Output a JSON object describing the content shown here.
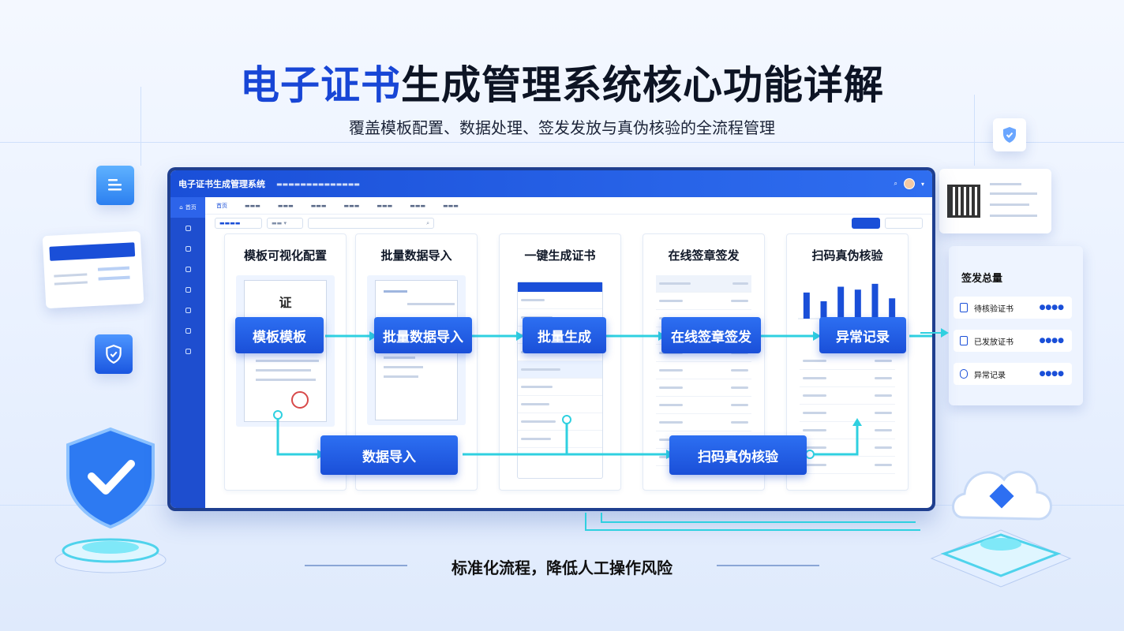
{
  "header": {
    "title_part1": "电子证书",
    "title_part2": "生成管理系统核心功能详解",
    "subtitle": "覆盖模板配置、数据处理、签发发放与真伪核验的全流程管理"
  },
  "app": {
    "logo": "电子证书生成管理系统",
    "nav_active": "首页",
    "tab_active": "首页"
  },
  "panels": [
    {
      "title": "模板可视化配置"
    },
    {
      "title": "批量数据导入"
    },
    {
      "title": "一键生成证书"
    },
    {
      "title": "在线签章签发"
    },
    {
      "title": "扫码真伪核验"
    }
  ],
  "cert": {
    "char": "证"
  },
  "flow": {
    "step1": "模板模板",
    "step2": "批量数据导入",
    "step3": "批量生成",
    "step4": "在线签章签发",
    "step5": "异常记录",
    "sub_left": "数据导入",
    "sub_right": "扫码真伪核验"
  },
  "stats": {
    "title": "签发总量",
    "items": [
      {
        "label": "待核验证书"
      },
      {
        "label": "已发放证书"
      },
      {
        "label": "异常记录"
      }
    ]
  },
  "chart_data": {
    "type": "bar",
    "categories": [
      "",
      "",
      "",
      "",
      "",
      ""
    ],
    "values": [
      18,
      12,
      22,
      20,
      24,
      14
    ],
    "ylim": [
      0,
      25
    ]
  },
  "footer": {
    "text": "标准化流程，降低人工操作风险"
  },
  "colors": {
    "accent": "#1a4fd8",
    "flow_line": "#2fd0e0",
    "seal": "#d84a4a"
  }
}
